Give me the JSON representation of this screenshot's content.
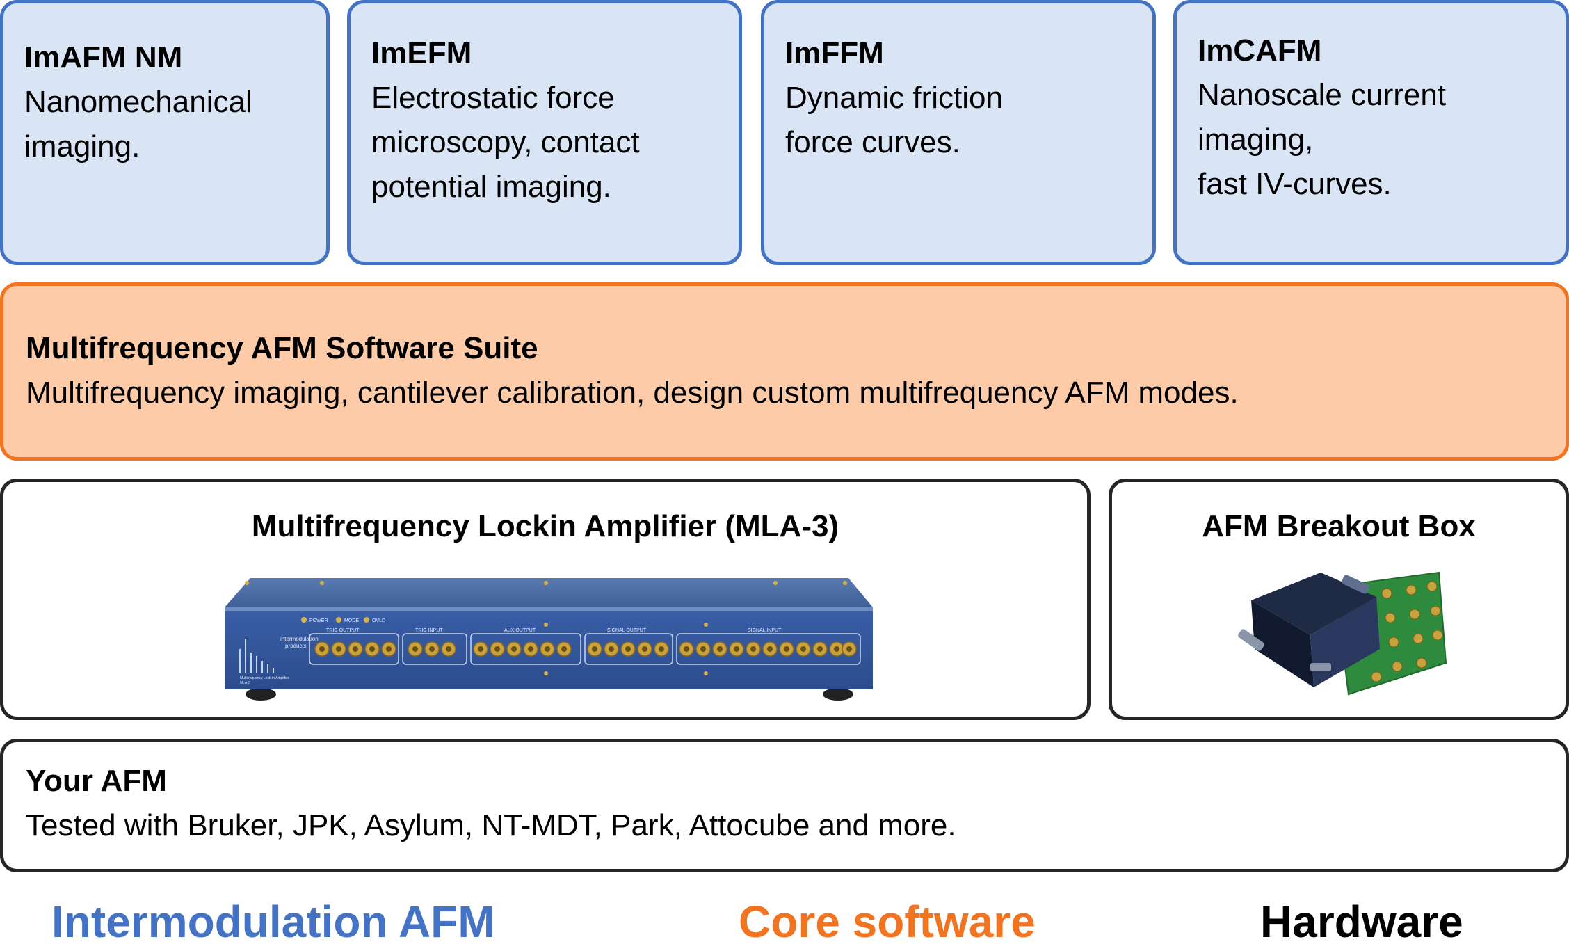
{
  "modules": [
    {
      "title": "ImAFM NM",
      "description": "Nanomechanical\nimaging."
    },
    {
      "title": "ImEFM",
      "description": "Electrostatic force\nmicroscopy, contact\npotential imaging."
    },
    {
      "title": "ImFFM",
      "description": "Dynamic friction\nforce curves."
    },
    {
      "title": "ImCAFM",
      "description": "Nanoscale current\nimaging,\nfast IV-curves."
    }
  ],
  "software_suite": {
    "title": "Multifrequency AFM Software Suite",
    "description": "Multifrequency imaging, cantilever calibration, design custom multifrequency AFM modes."
  },
  "hardware": {
    "amplifier": {
      "title": "Multifrequency Lockin Amplifier (MLA-3)",
      "panel_labels": {
        "brand_line1": "intermodulation",
        "brand_line2": "products",
        "product_line1": "Multifrequency Lock-in Amplifier",
        "product_line2": "MLA-3",
        "power": "POWER",
        "mode": "MODE",
        "ovld": "OVLD",
        "trig_output": "TRIG OUTPUT",
        "trig_input": "TRIG INPUT",
        "aux_output": "AUX OUTPUT",
        "signal_output": "SIGNAL OUTPUT",
        "signal_input": "SIGNAL INPUT"
      }
    },
    "breakout": {
      "title": "AFM Breakout Box"
    }
  },
  "your_afm": {
    "title": "Your AFM",
    "description": "Tested with Bruker, JPK, Asylum, NT-MDT, Park, Attocube and more."
  },
  "footer": {
    "intermodulation": "Intermodulation AFM",
    "core": "Core software",
    "hardware": "Hardware"
  },
  "colors": {
    "module_fill": "#d9e4f5",
    "module_border": "#4472c4",
    "suite_fill": "#fdcba8",
    "suite_border": "#f27421",
    "hardware_border": "#262626",
    "label_intermodulation": "#4472c4",
    "label_core": "#f27421",
    "label_hardware": "#000000"
  }
}
